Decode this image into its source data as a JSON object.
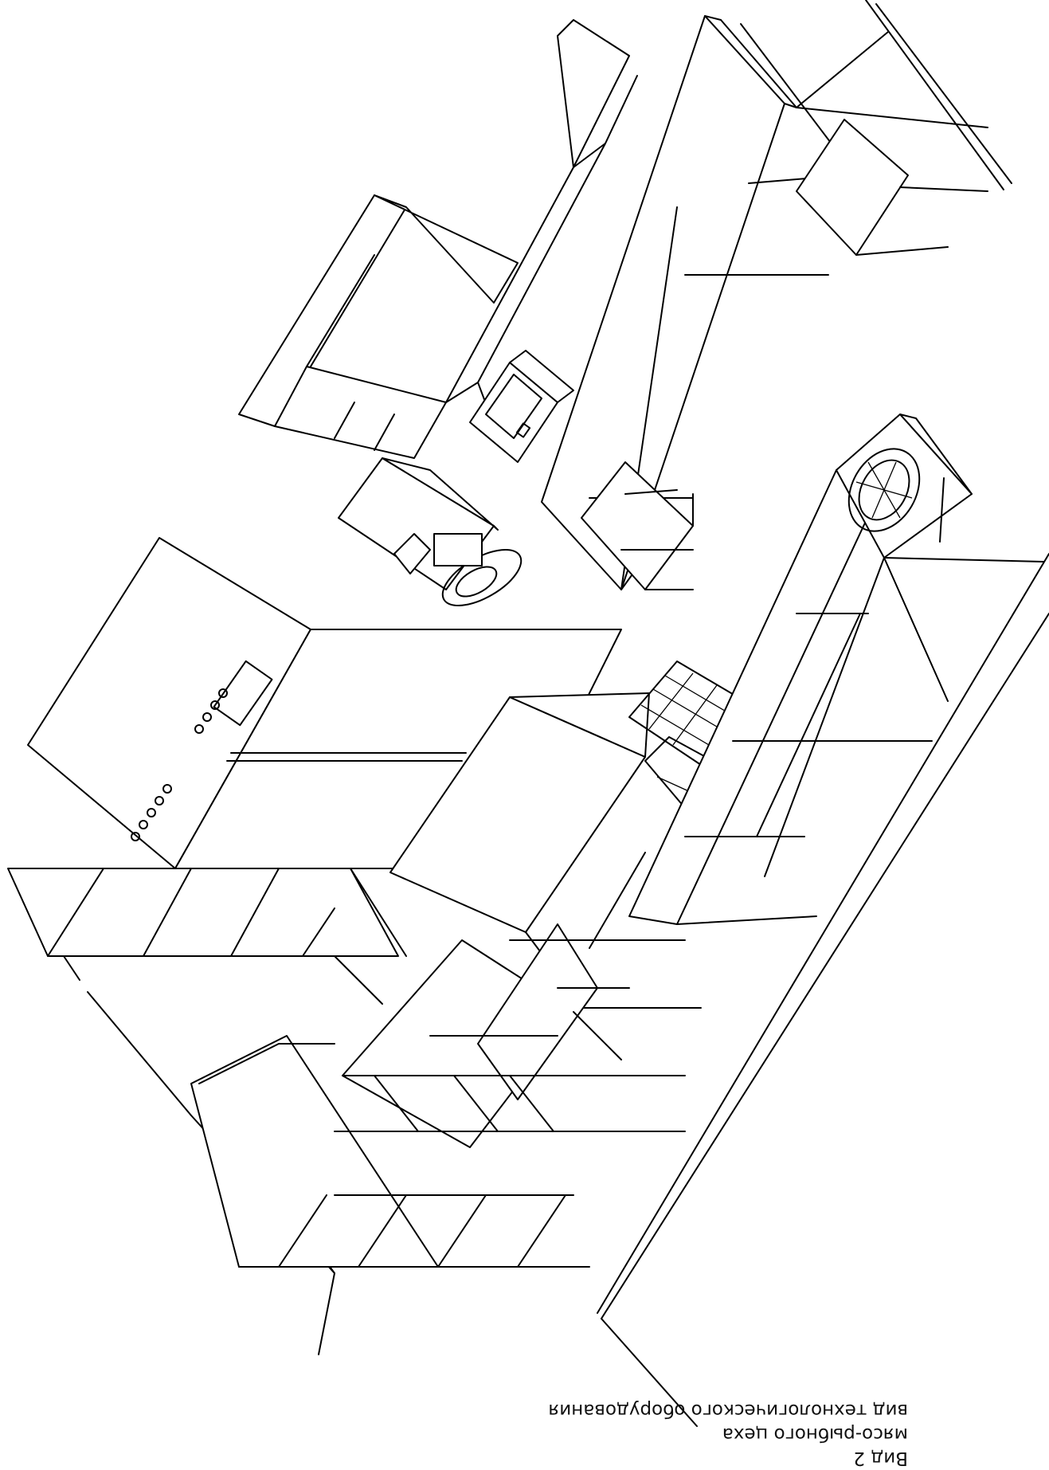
{
  "caption": {
    "line1": "Вид 2",
    "line2": "мясо-рыбного цеха",
    "line3": "вид технологического оборудования"
  },
  "colors": {
    "line": "#000000",
    "background": "#ffffff"
  }
}
